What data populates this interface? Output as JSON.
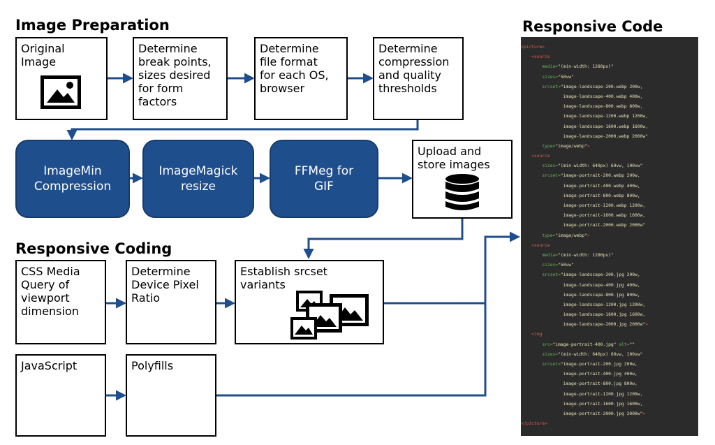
{
  "headings": {
    "prep": "Image Preparation",
    "coding": "Responsive Coding",
    "code": "Responsive Code"
  },
  "prep_boxes": {
    "original": "Original\nImage",
    "breakpoints": "Determine\nbreak points,\nsizes desired\nfor form\nfactors",
    "format": "Determine\nfile format\nfor each OS,\nbrowser",
    "compression": "Determine\ncompression\nand quality\nthresholds"
  },
  "tools": {
    "imagemin": "ImageMin\nCompression",
    "imagemagick": "ImageMagick\nresize",
    "ffmpeg": "FFMeg for\nGIF"
  },
  "upload": "Upload and\nstore images",
  "coding_boxes": {
    "css": "CSS Media\nQuery of\nviewport\ndimension",
    "dpr": "Determine\nDevice Pixel\nRatio",
    "srcset": "Establish srcset\nvariants",
    "js": "JavaScript",
    "polyfills": "Polyfills"
  },
  "icons": [
    "image-icon",
    "database-icon",
    "image-stack-icon"
  ],
  "colors": {
    "tool_fill": "#1f4e8c",
    "arrow": "#1f4e8c",
    "code_bg": "#2b2b2b"
  },
  "code_lines": [
    [
      [
        "tag",
        "<picture>"
      ]
    ],
    [
      [
        "plain",
        "    "
      ],
      [
        "tag",
        "<source"
      ]
    ],
    [
      [
        "plain",
        "        "
      ],
      [
        "attr",
        "media="
      ],
      [
        "str",
        "\"(min-width: 1280px)\""
      ]
    ],
    [
      [
        "plain",
        "        "
      ],
      [
        "attr",
        "sizes="
      ],
      [
        "str",
        "\"50vw\""
      ]
    ],
    [
      [
        "plain",
        "        "
      ],
      [
        "attr",
        "srcset="
      ],
      [
        "str",
        "\"image-landscape-200.webp 200w,"
      ]
    ],
    [
      [
        "str",
        "                image-landscape-400.webp 400w,"
      ]
    ],
    [
      [
        "str",
        "                image-landscape-800.webp 800w,"
      ]
    ],
    [
      [
        "str",
        "                image-landscape-1200.webp 1200w,"
      ]
    ],
    [
      [
        "str",
        "                image-landscape-1600.webp 1600w,"
      ]
    ],
    [
      [
        "str",
        "                image-landscape-2000.webp 2000w\""
      ]
    ],
    [
      [
        "plain",
        "        "
      ],
      [
        "attr",
        "type="
      ],
      [
        "str",
        "\"image/webp\""
      ],
      [
        "tag",
        ">"
      ]
    ],
    [
      [
        "plain",
        "    "
      ],
      [
        "tag",
        "<source"
      ]
    ],
    [
      [
        "plain",
        "        "
      ],
      [
        "attr",
        "sizes="
      ],
      [
        "str",
        "\"(min-width: 640px) 60vw, 100vw\""
      ]
    ],
    [
      [
        "plain",
        "        "
      ],
      [
        "attr",
        "srcset="
      ],
      [
        "str",
        "\"image-portrait-200.webp 200w,"
      ]
    ],
    [
      [
        "str",
        "                image-portrait-400.webp 400w,"
      ]
    ],
    [
      [
        "str",
        "                image-portrait-800.webp 800w,"
      ]
    ],
    [
      [
        "str",
        "                image-portrait-1200.webp 1200w,"
      ]
    ],
    [
      [
        "str",
        "                image-portrait-1600.webp 1600w,"
      ]
    ],
    [
      [
        "str",
        "                image-portrait-2000.webp 2000w\""
      ]
    ],
    [
      [
        "plain",
        "        "
      ],
      [
        "attr",
        "type="
      ],
      [
        "str",
        "\"image/webp\""
      ],
      [
        "tag",
        ">"
      ]
    ],
    [
      [
        "plain",
        "    "
      ],
      [
        "tag",
        "<source"
      ]
    ],
    [
      [
        "plain",
        "        "
      ],
      [
        "attr",
        "media="
      ],
      [
        "str",
        "\"(min-width: 1280px)\""
      ]
    ],
    [
      [
        "plain",
        "        "
      ],
      [
        "attr",
        "sizes="
      ],
      [
        "str",
        "\"50vw\""
      ]
    ],
    [
      [
        "plain",
        "        "
      ],
      [
        "attr",
        "srcset="
      ],
      [
        "str",
        "\"image-landscape-200.jpg 200w,"
      ]
    ],
    [
      [
        "str",
        "                image-landscape-400.jpg 400w,"
      ]
    ],
    [
      [
        "str",
        "                image-landscape-800.jpg 800w,"
      ]
    ],
    [
      [
        "str",
        "                image-landscape-1200.jpg 1200w,"
      ]
    ],
    [
      [
        "str",
        "                image-landscape-1600.jpg 1600w,"
      ]
    ],
    [
      [
        "str",
        "                image-landscape-2000.jpg 2000w\""
      ],
      [
        "tag",
        ">"
      ]
    ],
    [
      [
        "plain",
        "    "
      ],
      [
        "tag",
        "<img"
      ]
    ],
    [
      [
        "plain",
        "        "
      ],
      [
        "attr",
        "src="
      ],
      [
        "str",
        "\"image-portrait-400.jpg\""
      ],
      [
        "plain",
        " "
      ],
      [
        "attr",
        "alt="
      ],
      [
        "str",
        "\"\""
      ]
    ],
    [
      [
        "plain",
        "        "
      ],
      [
        "attr",
        "sizes="
      ],
      [
        "str",
        "\"(min-width: 640px) 60vw, 100vw\""
      ]
    ],
    [
      [
        "plain",
        "        "
      ],
      [
        "attr",
        "srcset="
      ],
      [
        "str",
        "\"image-portrait-200.jpg 200w,"
      ]
    ],
    [
      [
        "str",
        "                image-portrait-400.jpg 400w,"
      ]
    ],
    [
      [
        "str",
        "                image-portrait-800.jpg 800w,"
      ]
    ],
    [
      [
        "str",
        "                image-portrait-1200.jpg 1200w,"
      ]
    ],
    [
      [
        "str",
        "                image-portrait-1600.jpg 1600w,"
      ]
    ],
    [
      [
        "str",
        "                image-portrait-2000.jpg 2000w\""
      ],
      [
        "tag",
        ">"
      ]
    ],
    [
      [
        "tag",
        "</picture>"
      ]
    ]
  ]
}
